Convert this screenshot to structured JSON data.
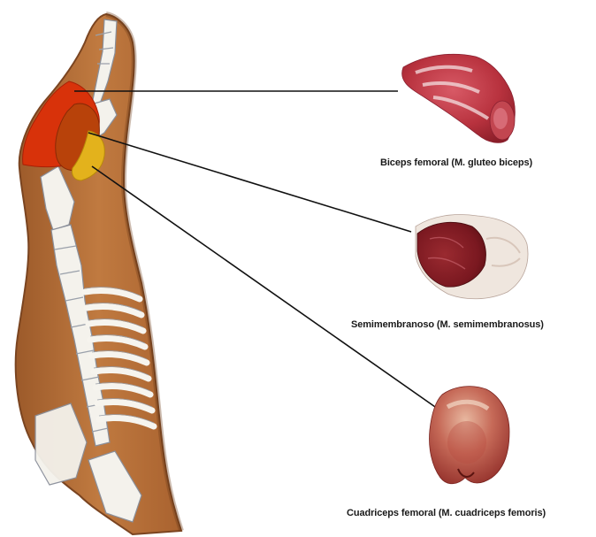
{
  "figure": {
    "cuts": [
      {
        "id": "biceps",
        "caption": "Biceps femoral (M.  gluteo biceps)",
        "highlight_color": "#d8320a"
      },
      {
        "id": "semi",
        "caption": "Semimembranoso (M. semimembranosus)",
        "highlight_color": "#b8420a"
      },
      {
        "id": "cuad",
        "caption": "Cuadriceps femoral (M. cuadriceps femoris)",
        "highlight_color": "#e3b21c"
      }
    ],
    "colors": {
      "carcass": "#b8703a",
      "carcass_edge": "#8a4f24",
      "bone": "#f4f2ec",
      "meat": "#b0303a",
      "fat": "#efe6de"
    }
  }
}
